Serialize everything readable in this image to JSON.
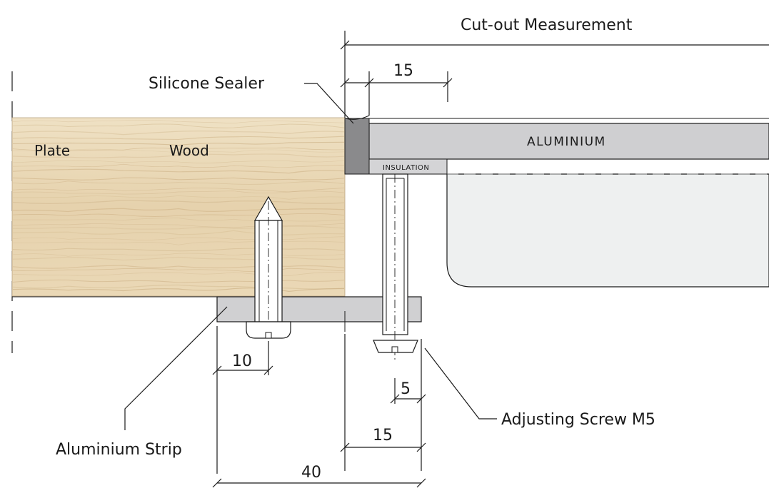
{
  "labels": {
    "cutout": "Cut-out Measurement",
    "silicone": "Silicone Sealer",
    "plate": "Plate",
    "wood": "Wood",
    "aluminium": "ALUMINIUM",
    "insulation": "INSULATION",
    "aluminium_strip": "Aluminium Strip",
    "adjusting_screw": "Adjusting Screw M5"
  },
  "dimensions": {
    "d15_top": "15",
    "d10": "10",
    "d5": "5",
    "d15_bottom": "15",
    "d40": "40"
  },
  "colors": {
    "wood_base": "#ead9b9",
    "wood_grain": "#c9ac80",
    "sealer": "#8a8a8c",
    "aluminium": "#cfcfd1",
    "insulation": "#d4d4d6",
    "basin": "#eef0f0",
    "strip": "#d0d0d2"
  }
}
